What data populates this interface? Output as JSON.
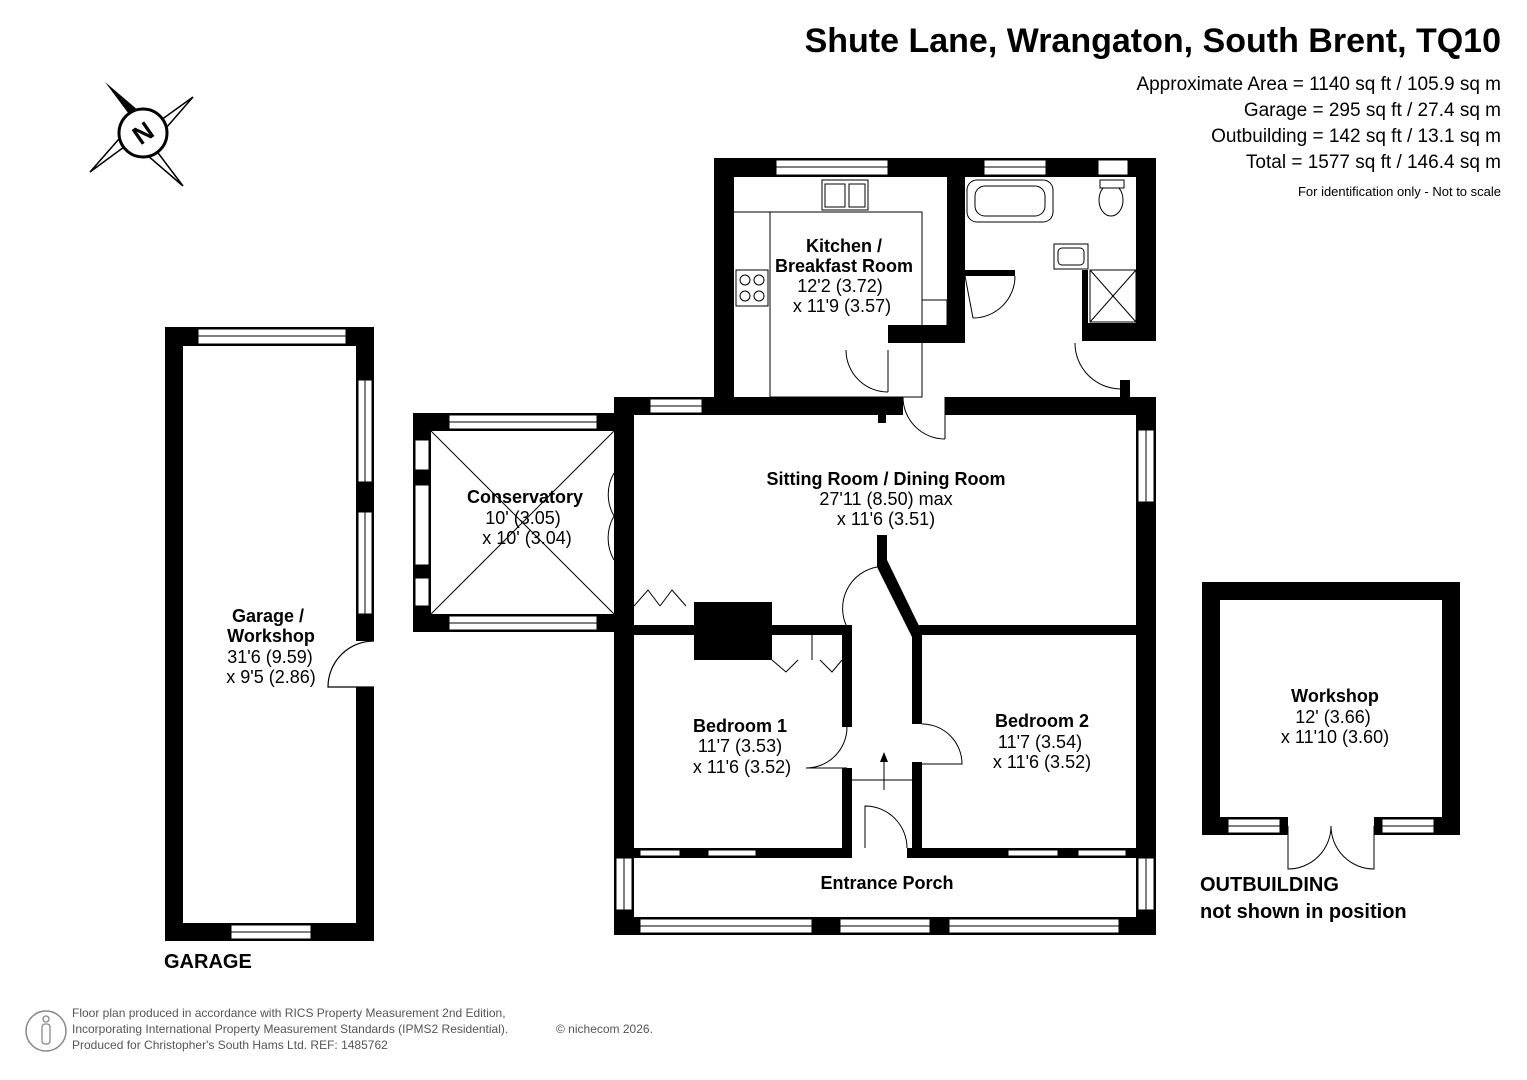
{
  "header": {
    "title": "Shute Lane, Wrangaton, South Brent, TQ10",
    "areas": [
      "Approximate Area = 1140 sq ft / 105.9 sq m",
      "Garage = 295 sq ft / 27.4 sq m",
      "Outbuilding = 142 sq ft / 13.1 sq m",
      "Total = 1577 sq ft / 146.4 sq m"
    ],
    "note": "For identification only - Not to scale"
  },
  "compass": {
    "label": "N"
  },
  "rooms": {
    "kitchen": {
      "name1": "Kitchen /",
      "name2": "Breakfast Room",
      "dim1": "12'2 (3.72)",
      "dim2": "x 11'9 (3.57)"
    },
    "sitting": {
      "name": "Sitting Room / Dining Room",
      "dim1": "27'11 (8.50) max",
      "dim2": "x 11'6 (3.51)"
    },
    "conservatory": {
      "name": "Conservatory",
      "dim1": "10' (3.05)",
      "dim2": "x 10' (3.04)"
    },
    "garage": {
      "name1": "Garage /",
      "name2": "Workshop",
      "dim1": "31'6 (9.59)",
      "dim2": "x 9'5 (2.86)"
    },
    "bedroom1": {
      "name": "Bedroom 1",
      "dim1": "11'7 (3.53)",
      "dim2": "x 11'6 (3.52)"
    },
    "bedroom2": {
      "name": "Bedroom 2",
      "dim1": "11'7 (3.54)",
      "dim2": "x 11'6 (3.52)"
    },
    "porch": {
      "name": "Entrance Porch"
    },
    "workshop": {
      "name": "Workshop",
      "dim1": "12' (3.66)",
      "dim2": "x 11'10 (3.60)"
    }
  },
  "captions": {
    "garage": "GARAGE",
    "outbuilding1": "OUTBUILDING",
    "outbuilding2": "not shown in position"
  },
  "footer": {
    "line1": "Floor plan produced in accordance with RICS Property Measurement 2nd Edition,",
    "line2": "Incorporating International Property Measurement Standards (IPMS2 Residential).",
    "copyright": "© nichecom 2026.",
    "line3": "Produced for Christopher's South Hams Ltd.   REF: 1485762"
  },
  "colors": {
    "wall": "#000000",
    "background": "#ffffff",
    "footer_text": "#555555"
  }
}
